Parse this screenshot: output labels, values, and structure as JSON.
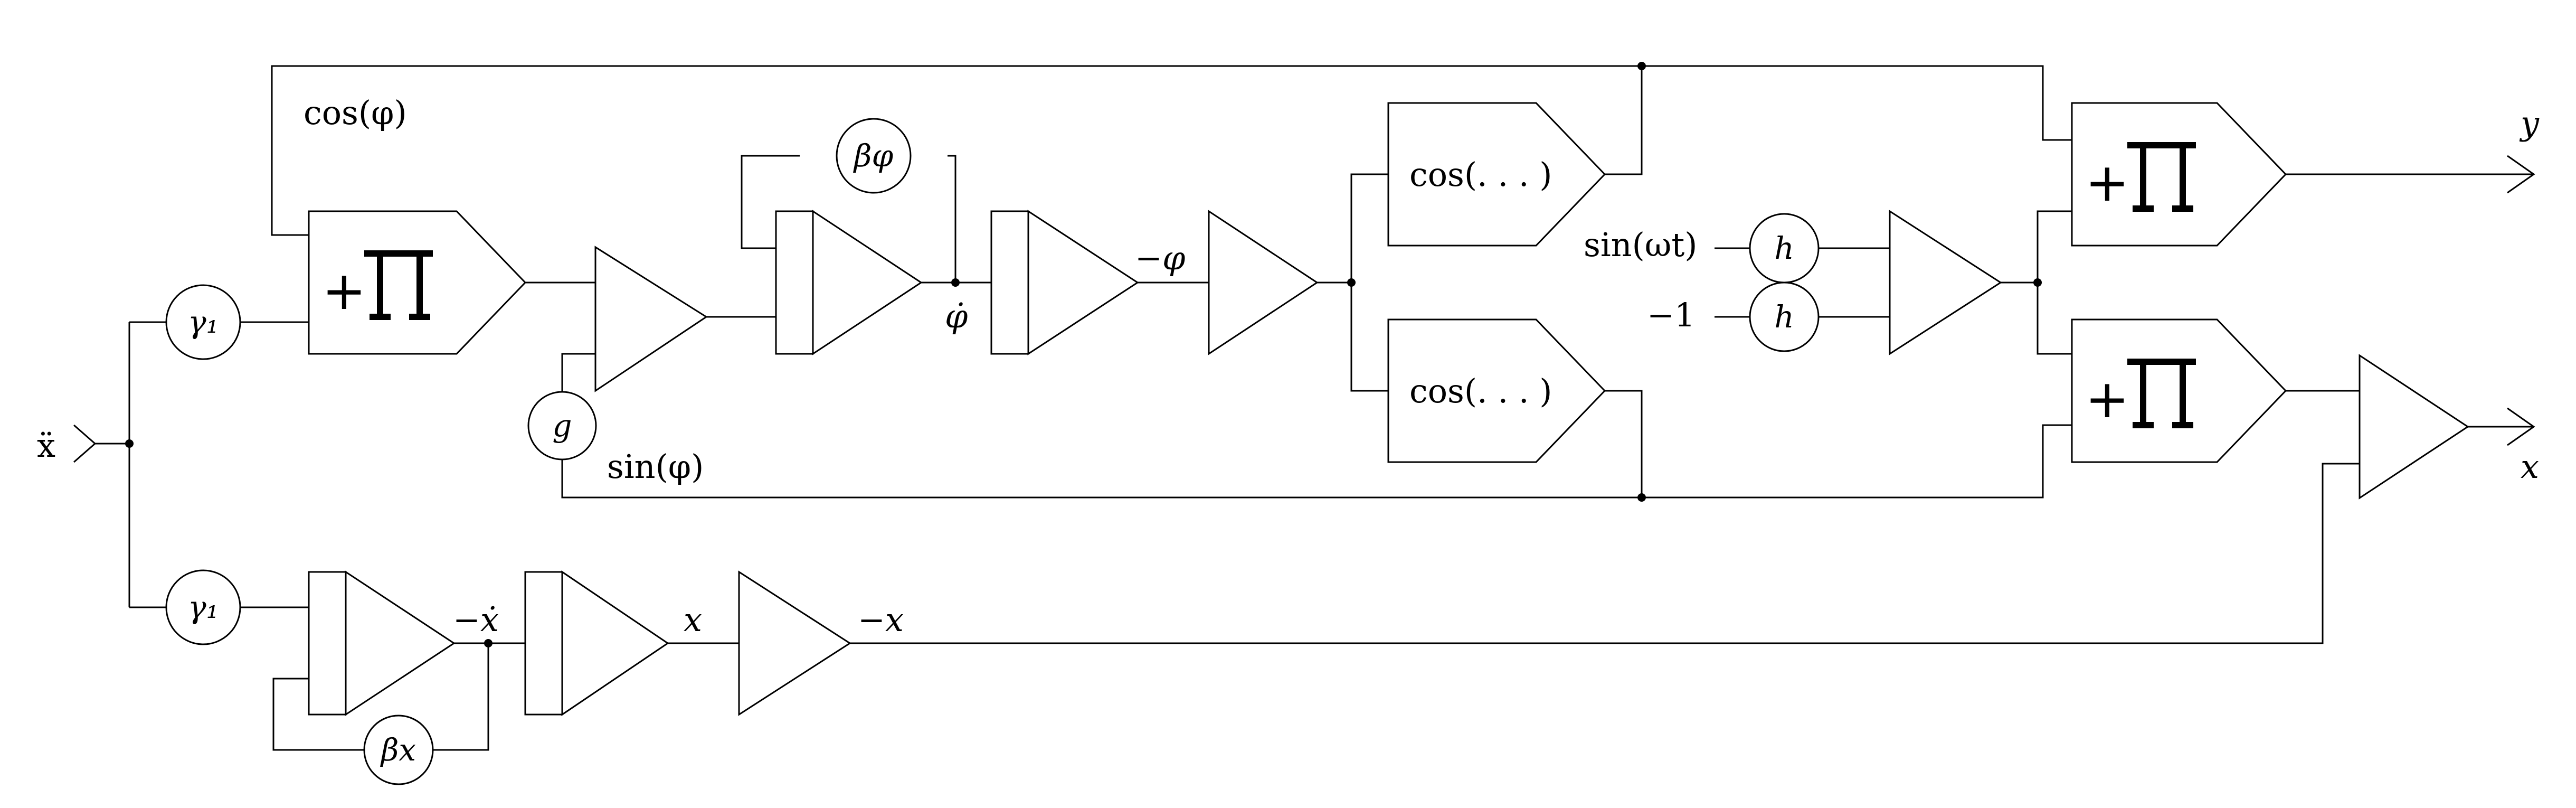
{
  "labels": {
    "input_xddot": "ẍ",
    "output_y": "y",
    "output_x": "x",
    "cos_phi": "cos(φ)",
    "sin_phi": "sin(φ)",
    "phi_dot": "φ̇",
    "minus_phi": "−φ",
    "sin_omega_t": "sin(ωt)",
    "minus_one": "−1",
    "minus_x_dot": "−ẋ",
    "x_mid": "x",
    "minus_x": "−x"
  },
  "blocks": {
    "gamma1_top": "γ₁",
    "gamma1_bottom": "γ₁",
    "g": "g",
    "beta_phi": "βφ",
    "beta_x": "βx",
    "h_top": "h",
    "h_bottom": "h",
    "cos_top": "cos(. . . )",
    "cos_bottom": "cos(. . . )",
    "mult_plus": "+"
  }
}
